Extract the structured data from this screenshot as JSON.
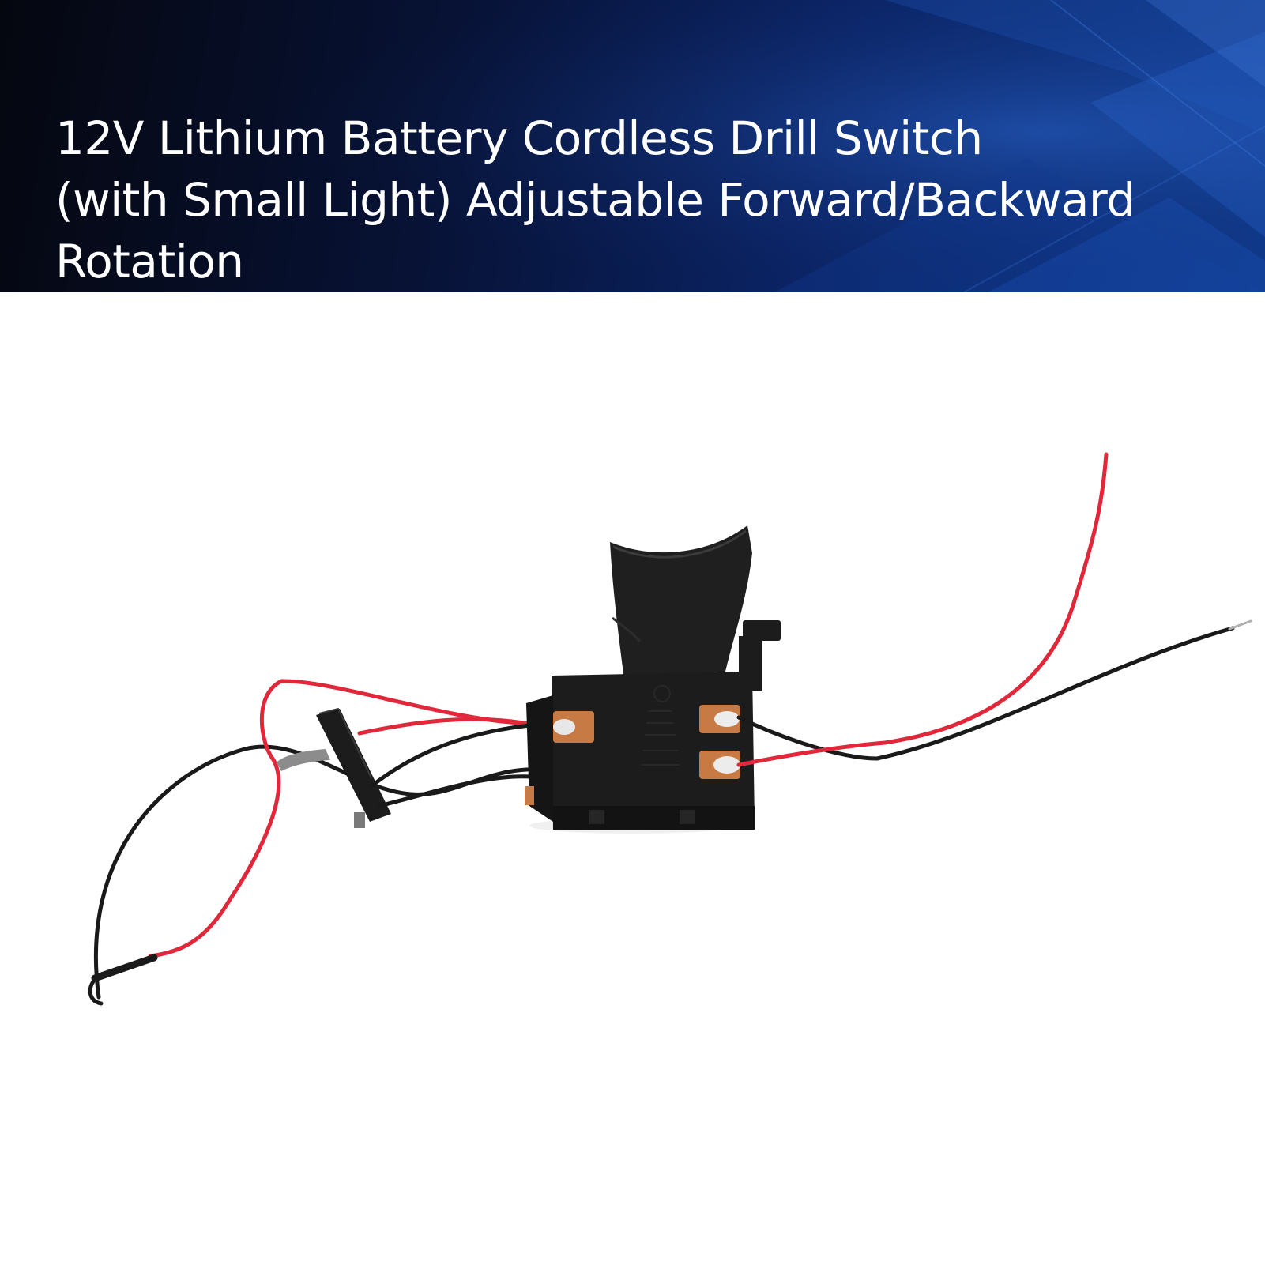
{
  "banner": {
    "title_lines": [
      "12V Lithium Battery Cordless Drill Switch",
      "(with Small Light) Adjustable Forward/Backward",
      "Rotation"
    ]
  },
  "colors": {
    "banner_dark": "#05070f",
    "banner_blue": "#0f3a8c",
    "wire_red": "#e0283a",
    "wire_black": "#1a1a1a",
    "switch_body": "#1c1c1c",
    "terminal_copper": "#c87a45"
  },
  "product": {
    "icon": "drill-trigger-switch-photo"
  }
}
